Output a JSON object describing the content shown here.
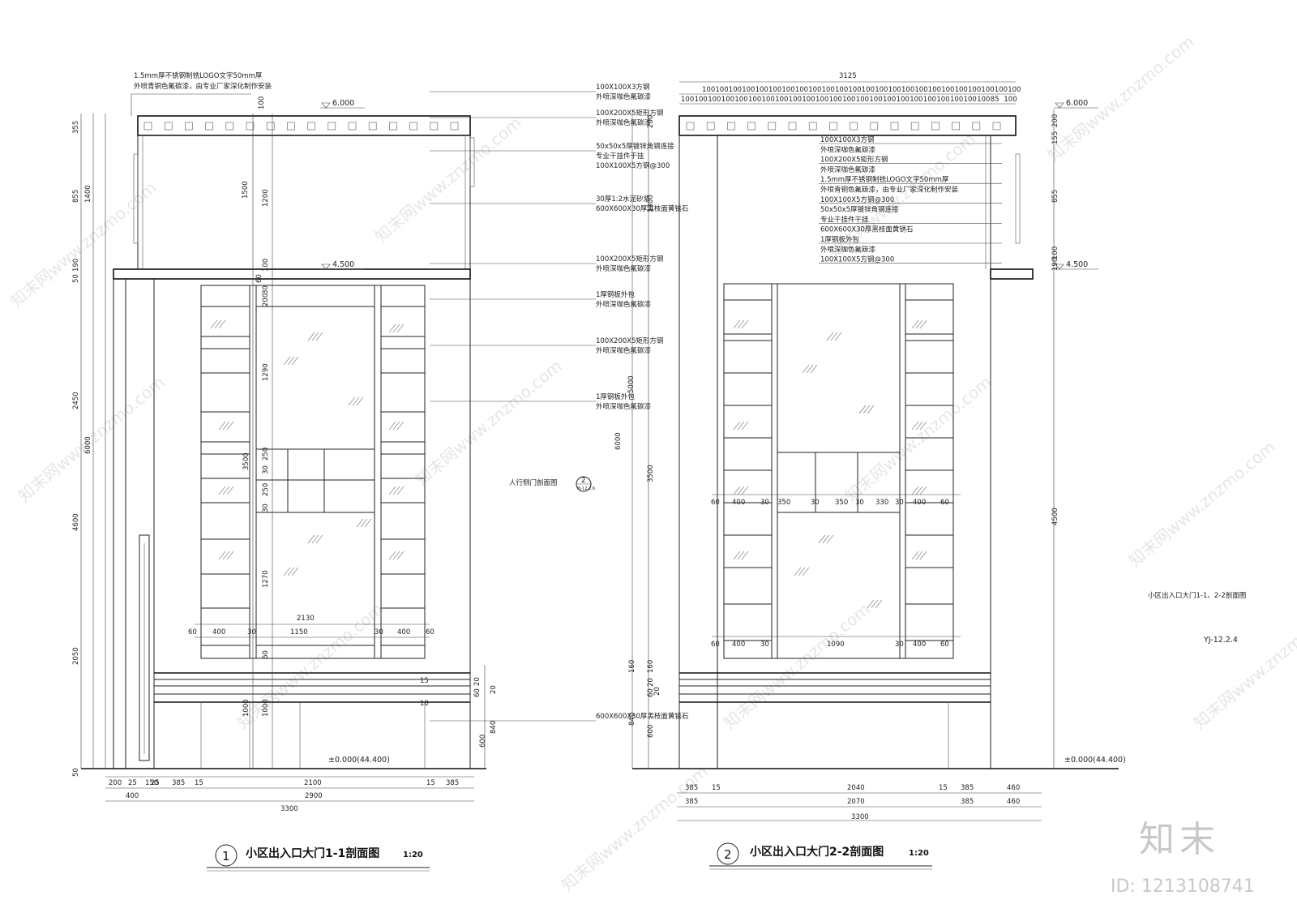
{
  "watermark": {
    "text": "知末网www.znzmo.com"
  },
  "brand": {
    "name": "知末",
    "id": "ID: 1213108741"
  },
  "sheet": {
    "caption": "小区出入口大门1-1、2-2剖面图",
    "code": "YJ-12.2.4"
  },
  "section1": {
    "number": "1",
    "title": "小区出入口大门1-1剖面图",
    "scale": "1:20",
    "elev_top": "6.000",
    "elev_mid": "4.500",
    "elev_ground": "±0.000(44.400)",
    "callout_top": [
      "1.5mm厚不锈钢制铣LOGO文字50mm厚",
      "外喷青铜色氟碳漆，由专业厂家深化制作安装"
    ],
    "callouts": [
      [
        "100X100X3方钢",
        "外喷深咖色氟碳漆"
      ],
      [
        "100X200X5矩形方钢",
        "外喷深咖色氟碳漆"
      ],
      [
        "50x50x5厚镀锌角钢连接",
        "专业干挂件干挂",
        "100X100X5方钢@300"
      ],
      [
        "30厚1:2水泥砂浆",
        "600X600X30厚黑枝面黄锈石"
      ],
      [
        "100X200X5矩形方钢",
        "外喷深咖色氟碳漆"
      ],
      [
        "1厚钢板外包",
        "外喷深咖色氟碳漆"
      ],
      [
        "100X200X5矩形方钢",
        "外喷深咖色氟碳漆"
      ],
      [
        "1厚钢板外包",
        "外喷深咖色氟碳漆"
      ],
      [
        "人行侧门剖面图"
      ],
      [
        "600X600X30厚黑枝面黄锈石"
      ]
    ],
    "detail_bubble": {
      "number": "2",
      "ref": "YJ-12.2.6"
    },
    "left_dims": [
      "355",
      "855",
      "1400",
      "190",
      "50",
      "2450",
      "6000",
      "4600",
      "2050",
      "50"
    ],
    "inner_dims": [
      "100",
      "1500",
      "1200",
      "100",
      "60",
      "30",
      "200",
      "1290",
      "3500",
      "250",
      "30",
      "250",
      "30",
      "1270",
      "60",
      "1000",
      "1000"
    ],
    "width_row1": [
      "60",
      "400",
      "30",
      "1150",
      "30",
      "400",
      "60"
    ],
    "width_total_inner": "2130",
    "right_small_dims": [
      "15",
      "10",
      "60",
      "20",
      "20",
      "840",
      "600"
    ],
    "bottom_row1": [
      "200",
      "25",
      "150",
      "25",
      "385",
      "15",
      "2100",
      "15",
      "385"
    ],
    "bottom_row2": [
      "400",
      "2900"
    ],
    "bottom_total": "3300"
  },
  "section2": {
    "number": "2",
    "title": "小区出入口大门2-2剖面图",
    "scale": "1:20",
    "elev_top": "6.000",
    "elev_mid": "4.500",
    "elev_ground": "±0.000(44.400)",
    "top_total": "3125",
    "top_row1": [
      "100",
      "100",
      "100",
      "100",
      "100",
      "100",
      "100",
      "100",
      "100",
      "100",
      "100",
      "100",
      "100",
      "100",
      "100",
      "100",
      "100",
      "100",
      "100",
      "100",
      "100",
      "100",
      "100",
      "100"
    ],
    "top_row2": [
      "100",
      "100",
      "100",
      "100",
      "100",
      "100",
      "100",
      "100",
      "100",
      "100",
      "100",
      "100",
      "100",
      "100",
      "100",
      "100",
      "100",
      "100",
      "100",
      "100",
      "100",
      "100",
      "100",
      "85",
      "100"
    ],
    "callouts": [
      "100X100X3方钢",
      "外喷深咖色氟碳漆",
      "100X200X5矩形方钢",
      "外喷深咖色氟碳漆",
      "1.5mm厚不锈钢制铣LOGO文字50mm厚",
      "外喷青铜色氟碳漆，由专业厂家深化制作安装",
      "100X100X5方钢@300",
      "50x50x5厚镀锌角钢连接",
      "专业干挂件干挂",
      "600X600X30厚黑枝面黄锈石",
      "1厚钢板外包",
      "外喷深咖色氟碳漆",
      "100X100X5方钢@300"
    ],
    "left_dims": [
      "200",
      "1300",
      "5000",
      "6000",
      "3500",
      "160",
      "160",
      "60",
      "20",
      "20",
      "840",
      "600"
    ],
    "right_dims": [
      "155",
      "200",
      "855",
      "100",
      "190",
      "4500"
    ],
    "width_row_mid": [
      "60",
      "400",
      "30",
      "350",
      "30",
      "350",
      "30",
      "330",
      "30",
      "400",
      "60"
    ],
    "width_row_low": [
      "60",
      "400",
      "30",
      "1090",
      "30",
      "400",
      "60"
    ],
    "bottom_row1": [
      "385",
      "15",
      "2040",
      "15",
      "385",
      "460"
    ],
    "bottom_row2": [
      "385",
      "2070",
      "385",
      "460"
    ],
    "bottom_total": "3300"
  }
}
